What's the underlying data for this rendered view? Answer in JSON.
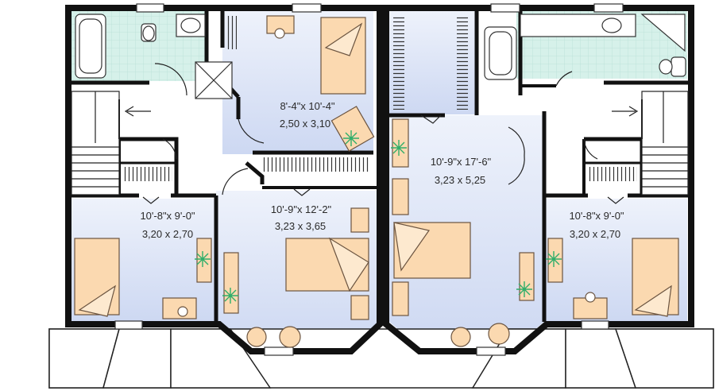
{
  "rooms": [
    {
      "id": "bedroom-top-center",
      "dims_imperial": "8'-4\"x 10'-4\"",
      "dims_metric": "2,50 x 3,10"
    },
    {
      "id": "bedroom-left",
      "dims_imperial": "10'-8\"x 9'-0\"",
      "dims_metric": "3,20 x 2,70"
    },
    {
      "id": "bedroom-center",
      "dims_imperial": "10'-9\"x 12'-2\"",
      "dims_metric": "3,23 x 3,65"
    },
    {
      "id": "bedroom-master",
      "dims_imperial": "10'-9\"x 17'-6\"",
      "dims_metric": "3,23 x 5,25"
    },
    {
      "id": "bedroom-right",
      "dims_imperial": "10'-8\"x 9'-0\"",
      "dims_metric": "3,20 x 2,70"
    }
  ],
  "colors": {
    "wall": "#111111",
    "floor": "#dfe6f7",
    "bath_tile": "#d5f0ea",
    "furniture": "#fbd9b0",
    "plant": "#2fae6a",
    "roof": "#ffffff"
  }
}
